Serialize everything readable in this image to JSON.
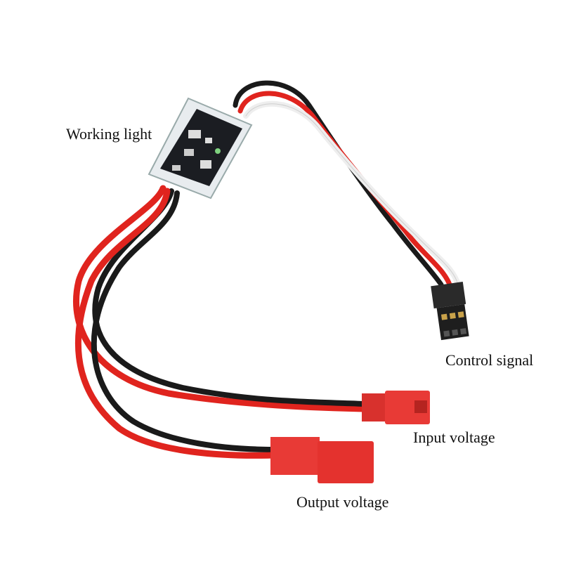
{
  "labels": {
    "working_light": "Working light",
    "control_signal": "Control signal",
    "input_voltage": "Input voltage",
    "output_voltage": "Output voltage"
  },
  "colors": {
    "wire_red": "#e0241e",
    "wire_black": "#1a1a1a",
    "wire_white": "#f2f2f2",
    "connector_red": "#e83a36",
    "servo_plug": "#222222"
  }
}
